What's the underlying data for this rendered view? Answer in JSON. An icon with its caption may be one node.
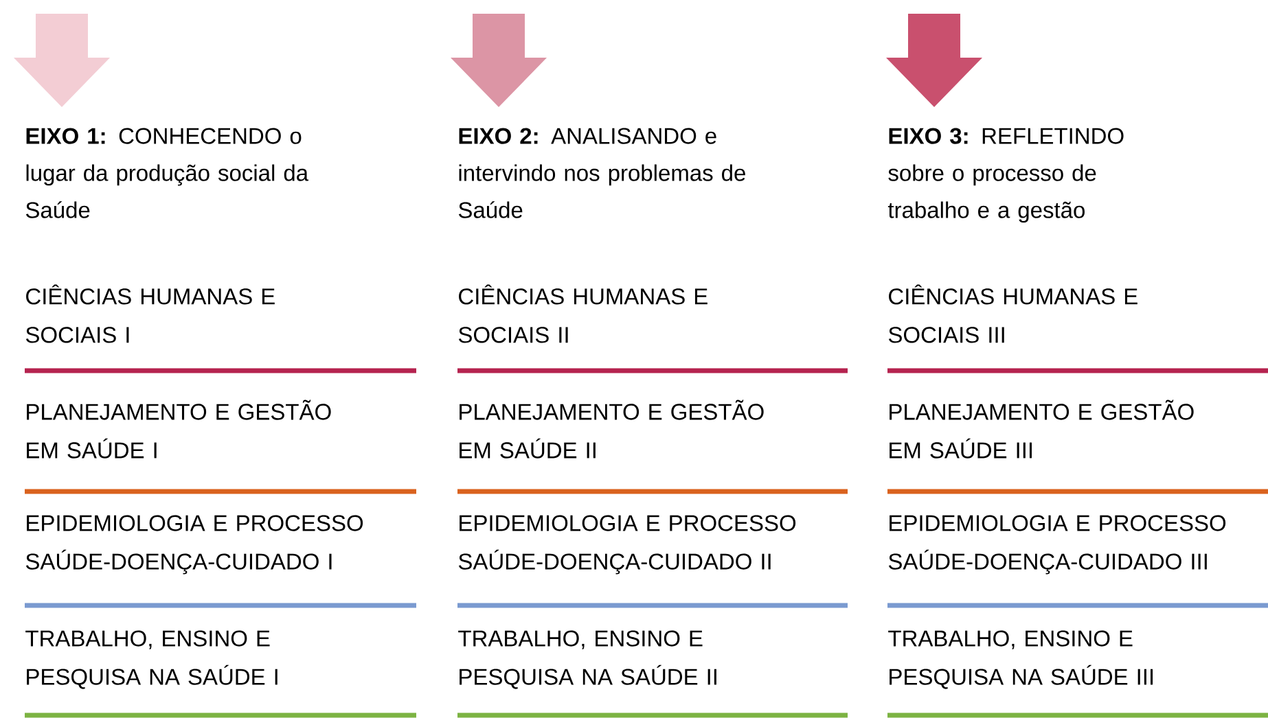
{
  "diagram": {
    "labels": [
      "**EIXO 1:** CONHECENDO o lugar da produção social da Saúde",
      "CIÊNCIAS HUMANAS E SOCIAIS I",
      "PLANEJAMENTO E GESTÃO EM SAÚDE I",
      "EPIDEMIOLOGIA E PROCESSO SAÚDE-DOENÇA-CUIDADO I",
      "TRABALHO, ENSINO E PESQUISA NA SAÚDE I",
      "**EIXO 2:** ANALISANDO e intervindo nos problemas de Saúde",
      "CIÊNCIAS HUMANAS E SOCIAIS II",
      "PLANEJAMENTO E GESTÃO EM SAÚDE II",
      "EPIDEMIOLOGIA E PROCESSO SAÚDE-DOENÇA-CUIDADO II",
      "TRABALHO, ENSINO E PESQUISA NA SAÚDE II",
      "**EIXO 3:** REFLETINDO sobre o processo de trabalho e a gestão",
      "CIÊNCIAS HUMANAS E SOCIAIS III",
      "PLANEJAMENTO E GESTÃO EM SAÚDE III",
      "EPIDEMIOLOGIA E PROCESSO SAÚDE-DOENÇA-CUIDADO III",
      "TRABALHO, ENSINO E PESQUISA NA SAÚDE III"
    ]
  }
}
